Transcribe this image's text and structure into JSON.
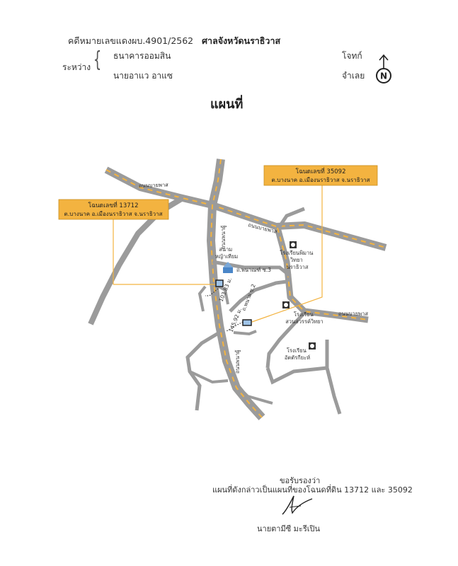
{
  "header": {
    "case_number": "คดีหมายเลขแดงผบ.4901/2562",
    "court": "ศาลจังหวัดนราธิวาส",
    "between_label": "ระหว่าง",
    "party_1": {
      "name": "ธนาคารออมสิน",
      "role": "โจทก์"
    },
    "party_2": {
      "name": "นายอาแว   อาแซ",
      "role": "จำเลย"
    }
  },
  "compass": {
    "letter": "N"
  },
  "map": {
    "title": "แผนที่",
    "road_labels": {
      "road_top_left": "ถนนบายพาส",
      "road_middle": "ถนนบายพาส",
      "road_right": "ถนนบายพาส",
      "road_vertical_top": "ถนนพนาผู้",
      "road_vertical_bottom": "ถนนพนาผู้",
      "soi_3": "ถ.พนาณฑ์ ซ.3",
      "soi_2": "ถ.พนาผ ซ.2"
    },
    "distances": {
      "d1": "103.83 ม.",
      "d2": "145.92 ม."
    },
    "places": {
      "stadium": "สนาม\nหญ้าเทียม",
      "school_1": "โรงเรียนพิมาน\nวิทยา\nนราธิวาส",
      "school_2": "โรงเรียน\nสวนสวรรค์วิทยา",
      "school_3": "โรงเรียน\nอัตตัรกียะห์"
    },
    "parcels": [
      {
        "title": "โฉนดเลขที่ 13712",
        "subtitle": "ต.บางนาค อ.เมืองนราธิวาส จ.นราธิวาส"
      },
      {
        "title": "โฉนดเลขที่ 35092",
        "subtitle": "ต.บางนาค อ.เมืองนราธิวาส จ.นราธิวาส"
      }
    ]
  },
  "certification": {
    "line1": "ขอรับรองว่า",
    "line2": "แผนที่ดังกล่าวเป็นแผนที่ของโฉนดที่ดิน  13712 และ 35092",
    "signer": "นายตามีซี    มะรีเปิน"
  },
  "colors": {
    "road": "#9b9b9b",
    "road_dash": "#f3b340",
    "callout_fill": "#f3b340",
    "callout_line": "#f3b340",
    "parcel_fill": "#9fc4e8",
    "school_icon": "#333333",
    "stadium_icon": "#4a86c8"
  }
}
